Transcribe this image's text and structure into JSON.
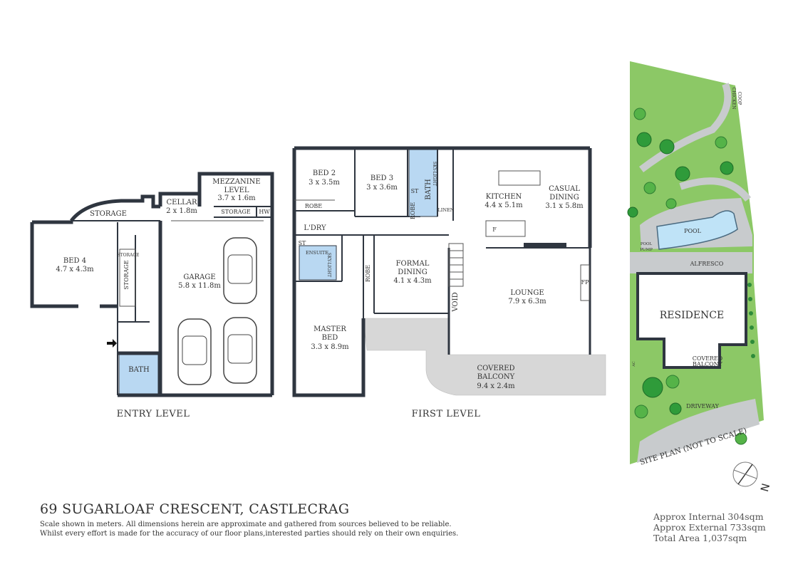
{
  "address": "69 SUGARLOAF CRESCENT, CASTLECRAG",
  "disclaimer_line1": "Scale shown in meters. All dimensions herein are approximate and gathered from sources believed to be  reliable.",
  "disclaimer_line2": "Whilst every effort is made for the accuracy of our floor plans,interested parties should rely on their own enquiries.",
  "areas": {
    "internal": "Approx Internal 304sqm",
    "external": "Approx External 733sqm",
    "total": "Total Area 1,037sqm"
  },
  "levels": {
    "entry": "ENTRY LEVEL",
    "first": "FIRST LEVEL",
    "site": "SITE PLAN (NOT TO SCALE)"
  },
  "rooms": {
    "storage_top": "STORAGE",
    "cellar_name": "CELLAR",
    "cellar_dim": "2 x 1.8m",
    "mezz_name1": "MEZZANINE",
    "mezz_name2": "LEVEL",
    "mezz_dim": "3.7 x 1.6m",
    "mezz_storage": "STORAGE",
    "hw": "HW",
    "bed4_name": "BED 4",
    "bed4_dim": "4.7 x 4.3m",
    "storage_a": "STORAGE",
    "storage_b": "STORAGE",
    "garage_name": "GARAGE",
    "garage_dim": "5.8 x 11.8m",
    "entry_bath": "BATH",
    "bed2_name": "BED 2",
    "bed2_dim": "3 x 3.5m",
    "bed2_robe": "ROBE",
    "bed3_name": "BED 3",
    "bed3_dim": "3 x 3.6m",
    "bed3_robe": "ROBE",
    "st1": "ST",
    "bath_name": "BATH",
    "skylight1": "SKY-LIGHT",
    "linen": "LINEN",
    "kitchen_name": "KITCHEN",
    "kitchen_dim": "4.4 x 5.1m",
    "casual_name1": "CASUAL",
    "casual_name2": "DINING",
    "casual_dim": "3.1 x 5.8m",
    "fridge": "F",
    "laundry": "L'DRY",
    "st2": "ST",
    "ensuite": "ENSUITE",
    "skylight2": "SKY-LIGHT",
    "master_robe": "ROBE",
    "formal_name1": "FORMAL",
    "formal_name2": "DINING",
    "formal_dim": "4.1 x 4.3m",
    "void": "VOID",
    "lounge_name": "LOUNGE",
    "lounge_dim": "7.9 x 6.3m",
    "fp": "FP",
    "master_name1": "MASTER",
    "master_name2": "BED",
    "master_dim": "3.3 x 8.9m",
    "covered_name1": "COVERED",
    "covered_name2": "BALCONY",
    "covered_dim": "9.4 x 2.4m"
  },
  "site": {
    "chicken_coop1": "CHICKEN",
    "chicken_coop2": "COOP",
    "pool": "POOL",
    "pool_pump1": "POOL",
    "pool_pump2": "PUMP",
    "alfresco": "ALFRESCO",
    "residence": "RESIDENCE",
    "covered1": "COVERED",
    "covered2": "BALCONY",
    "driveway": "DRIVEWAY",
    "ac": "AC"
  },
  "compass_label": "N",
  "colors": {
    "walls": "#2f3640",
    "wet_area": "#b9d8f2",
    "grass": "#8cc866",
    "paving": "#c8cbcd",
    "trees": "#2f9b3a"
  }
}
